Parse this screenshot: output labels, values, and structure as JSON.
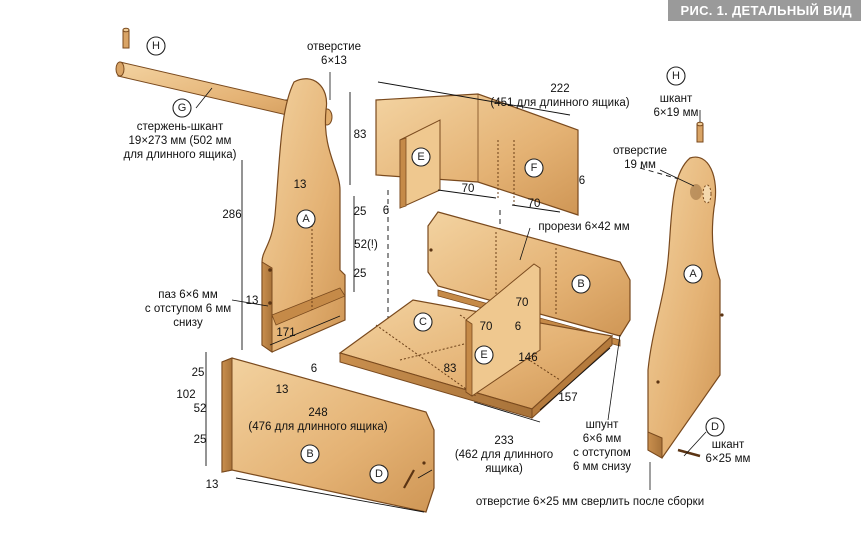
{
  "figure_title": "РИС. 1. ДЕТАЛЬНЫЙ ВИД",
  "colors": {
    "wood": "#e7b97a",
    "wood_dark": "#c9914c",
    "wood_edge": "#7a4a1e",
    "wood_light": "#f2d2a0",
    "frame": "#9a9a9a"
  },
  "callouts": {
    "hole_top": [
      "отверстие",
      "6×13"
    ],
    "rod": [
      "стержень-шкант",
      "19×273 мм (502 мм",
      "для длинного ящика)"
    ],
    "right_dowel": [
      "шкант",
      "6×19 мм"
    ],
    "right_hole": [
      "отверстие",
      "19 мм"
    ],
    "groove": [
      "паз 6×6 мм",
      "с отступом 6 мм",
      "снизу"
    ],
    "slots": "прорези 6×42 мм",
    "dowel_b": [
      "шпунт",
      "6×6 мм",
      "с отступом",
      "6 мм снизу"
    ],
    "dowel_d": [
      "шкант",
      "6×25 мм"
    ],
    "drill": "отверстие 6×25 мм сверлить после сборки",
    "length_222": [
      "222",
      "(451 для длинного ящика)"
    ],
    "length_248": [
      "248",
      "(476 для длинного ящика)"
    ],
    "length_233": [
      "233",
      "(462 для длинного",
      "ящика)"
    ]
  },
  "parts": {
    "A": "A",
    "B": "B",
    "C": "C",
    "D": "D",
    "E": "E",
    "F": "F",
    "G": "G",
    "H": "H"
  },
  "dims": {
    "d286": "286",
    "d13a": "13",
    "d25a": "25",
    "d52x": "52(!)",
    "d25b": "25",
    "d171": "171",
    "d13b": "13",
    "d83a": "83",
    "d6a": "6",
    "d70a": "70",
    "d70b": "70",
    "d6b": "6",
    "d70c": "70",
    "d70d": "70",
    "d6c": "6",
    "d83b": "83",
    "d146": "146",
    "d157": "157",
    "d6d": "6",
    "d25c": "25",
    "d102": "102",
    "d52": "52",
    "d25d": "25",
    "d13c": "13",
    "d13d": "13"
  }
}
